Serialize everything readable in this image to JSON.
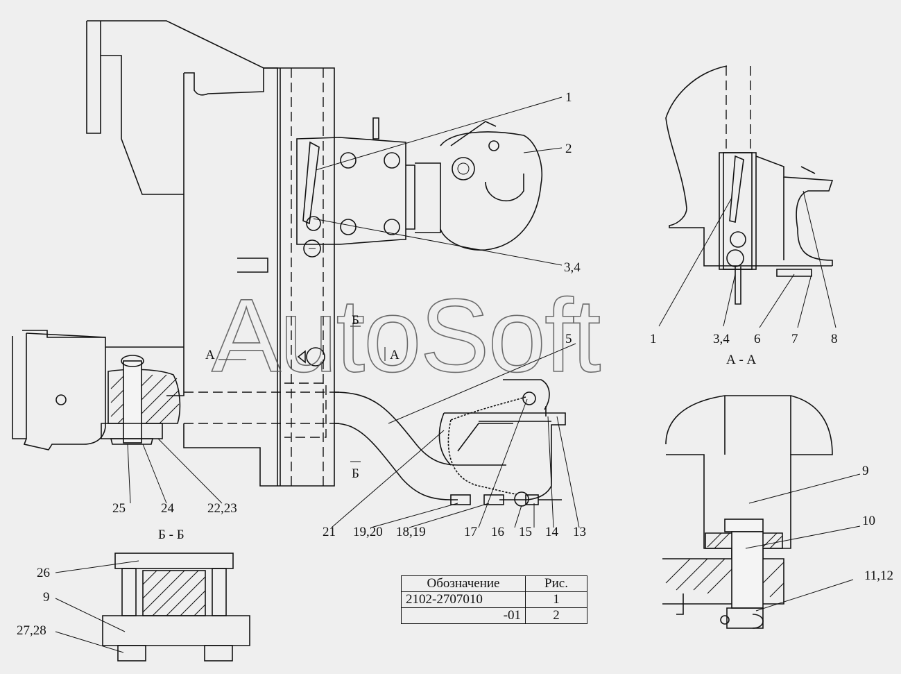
{
  "watermark": "AutoSoft",
  "callouts": {
    "c1": "1",
    "c2": "2",
    "c34": "3,4",
    "c5": "5",
    "c9": "9",
    "c10": "10",
    "c1112": "11,12",
    "c25": "25",
    "c24": "24",
    "c2223": "22,23",
    "c21": "21",
    "c1920": "19,20",
    "c1819": "18,19",
    "c17": "17",
    "c16": "16",
    "c15": "15",
    "c14": "14",
    "c13": "13",
    "c26": "26",
    "c9b": "9",
    "c2728": "27,28",
    "aa1": "1",
    "aa34": "3,4",
    "aa6": "6",
    "aa7": "7",
    "aa8": "8"
  },
  "section_marks": {
    "a_left": "А",
    "a_right": "А",
    "b_top": "Б",
    "b_bottom": "Б",
    "view_aa": "А - А",
    "view_bb": "Б - Б"
  },
  "table": {
    "headers": [
      "Обозначение",
      "Рис."
    ],
    "rows": [
      [
        "2102-2707010",
        "1"
      ],
      [
        "-01",
        "2"
      ]
    ]
  }
}
